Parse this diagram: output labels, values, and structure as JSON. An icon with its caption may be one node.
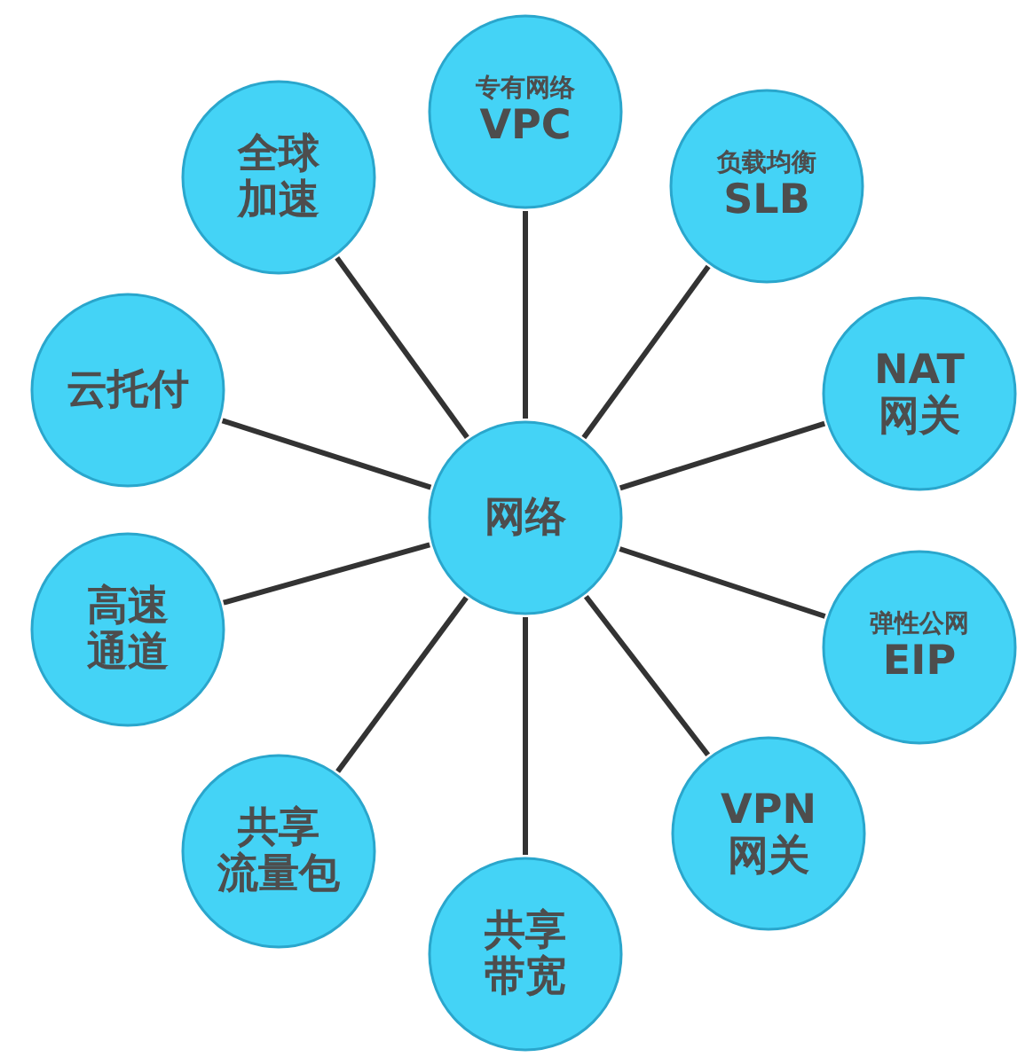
{
  "diagram": {
    "nodes": [
      {
        "text": [
          "网络"
        ]
      },
      {
        "text": [
          "专有网络",
          "VPC"
        ]
      },
      {
        "text": [
          "负载均衡",
          "SLB"
        ]
      },
      {
        "text": [
          "NAT",
          "网关"
        ]
      },
      {
        "text": [
          "弹性公网",
          "EIP"
        ]
      },
      {
        "text": [
          "VPN",
          "网关"
        ]
      },
      {
        "text": [
          "共享",
          "带宽"
        ]
      },
      {
        "text": [
          "共享",
          "流量包"
        ]
      },
      {
        "text": [
          "高速",
          "通道"
        ]
      },
      {
        "text": [
          "云托付"
        ]
      },
      {
        "text": [
          "全球",
          "加速"
        ]
      }
    ],
    "edges": [
      {
        "from": 0,
        "to": 1,
        "arrow": "none"
      },
      {
        "from": 0,
        "to": 2,
        "arrow": "none"
      },
      {
        "from": 0,
        "to": 3,
        "arrow": "none"
      },
      {
        "from": 0,
        "to": 4,
        "arrow": "none"
      },
      {
        "from": 0,
        "to": 5,
        "arrow": "none"
      },
      {
        "from": 0,
        "to": 6,
        "arrow": "none"
      },
      {
        "from": 0,
        "to": 7,
        "arrow": "none"
      },
      {
        "from": 0,
        "to": 8,
        "arrow": "none"
      },
      {
        "from": 0,
        "to": 9,
        "arrow": "none"
      },
      {
        "from": 0,
        "to": 10,
        "arrow": "none"
      }
    ]
  }
}
